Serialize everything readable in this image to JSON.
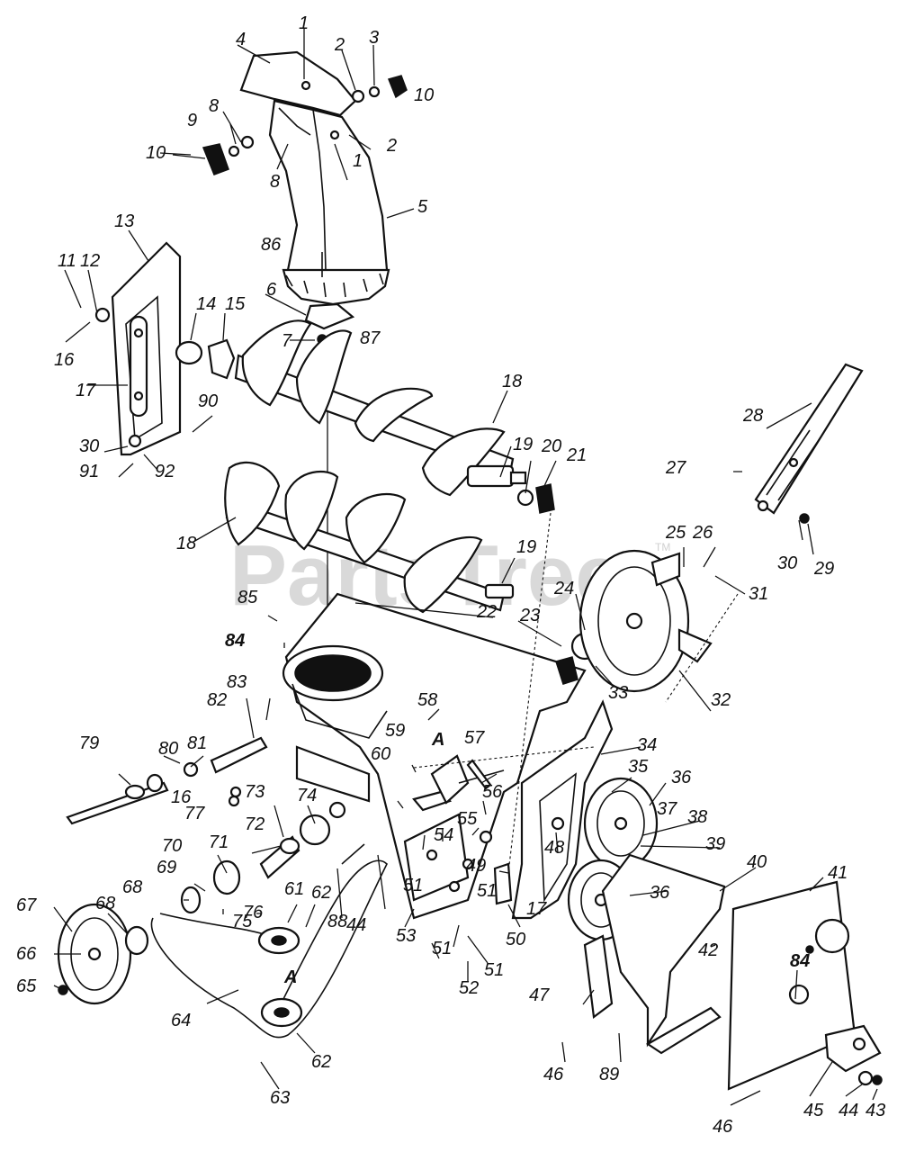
{
  "watermark": {
    "text": "PartsTree",
    "trademark": "TM"
  },
  "callouts": [
    "1",
    "1",
    "2",
    "2",
    "3",
    "4",
    "5",
    "6",
    "7",
    "8",
    "8",
    "9",
    "10",
    "10",
    "11",
    "12",
    "13",
    "14",
    "15",
    "16",
    "17",
    "18",
    "18",
    "19",
    "19",
    "20",
    "21",
    "22",
    "23",
    "24",
    "25",
    "26",
    "27",
    "28",
    "29",
    "30",
    "30",
    "31",
    "32",
    "33",
    "34",
    "35",
    "36",
    "36",
    "37",
    "38",
    "39",
    "40",
    "41",
    "42",
    "43",
    "44",
    "44",
    "45",
    "46",
    "46",
    "47",
    "48",
    "49",
    "50",
    "51",
    "51",
    "51",
    "51",
    "52",
    "53",
    "54",
    "55",
    "56",
    "57",
    "58",
    "59",
    "60",
    "61",
    "62",
    "62",
    "63",
    "64",
    "65",
    "66",
    "67",
    "68",
    "68",
    "69",
    "70",
    "71",
    "72",
    "73",
    "74",
    "75",
    "76",
    "77",
    "79",
    "80",
    "81",
    "82",
    "83",
    "84",
    "84",
    "85",
    "86",
    "87",
    "88",
    "89",
    "90",
    "91",
    "92",
    "16",
    "17",
    "A",
    "A"
  ]
}
